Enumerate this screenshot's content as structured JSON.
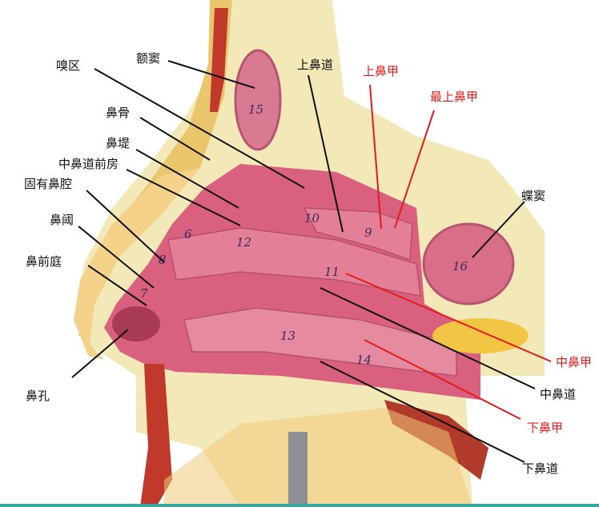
{
  "labels": {
    "olfactory_region": "嗅区",
    "frontal_sinus": "额窦",
    "superior_meatus": "上鼻道",
    "superior_turbinate": "上鼻甲",
    "supreme_turbinate": "最上鼻甲",
    "nasal_bone": "鼻骨",
    "agger_nasi": "鼻堤",
    "middle_meatus_atrium": "中鼻道前房",
    "nasal_cavity_proper": "固有鼻腔",
    "limen_nasi": "鼻阈",
    "nasal_vestibule": "鼻前庭",
    "nostril": "鼻孔",
    "sphenoid_sinus": "蝶窦",
    "middle_turbinate": "中鼻甲",
    "middle_meatus": "中鼻道",
    "inferior_turbinate": "下鼻甲",
    "inferior_meatus": "下鼻道"
  },
  "model_numbers": {
    "n15": "15",
    "n10": "10",
    "n9": "9",
    "n6": "6",
    "n12": "12",
    "n8": "8",
    "n7": "7",
    "n11": "11",
    "n13": "13",
    "n14": "14",
    "n16": "16"
  },
  "colors": {
    "black_label": "#111111",
    "red_label": "#e31b1b",
    "mucosa": "#d9607e",
    "bone": "#f3e9b8",
    "skin": "#e7b04a"
  }
}
